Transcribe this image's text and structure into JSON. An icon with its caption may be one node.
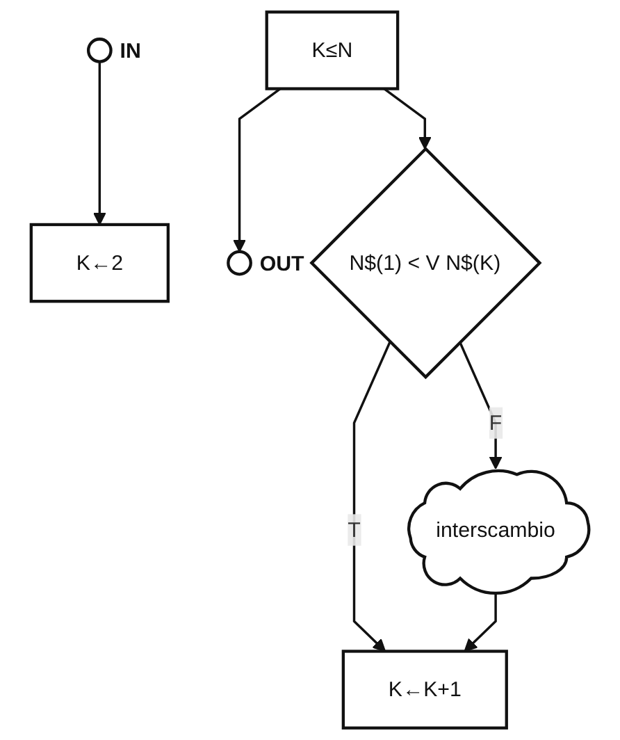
{
  "diagram": {
    "nodes": [
      {
        "text": [],
        "shape": "circle",
        "beside": [
          "IN"
        ]
      },
      {
        "text": [
          "K←2"
        ]
      },
      {
        "text": [
          "K←K+1"
        ]
      },
      {
        "text": [
          "K≤N"
        ]
      },
      {
        "text": [],
        "shape": "circle",
        "beside": [
          "OUT"
        ]
      },
      {
        "text": [
          "N$(1) < V N$(K)"
        ]
      },
      {
        "text": [
          "interscambio"
        ]
      }
    ],
    "edges": [
      {
        "from": 0,
        "to": 1,
        "arrow": "to"
      },
      {
        "from": 3,
        "to": 4,
        "arrow": "to"
      },
      {
        "from": 3,
        "to": 5,
        "arrow": "to"
      },
      {
        "from": 5,
        "to": 2,
        "arrow": "to",
        "label": "T"
      },
      {
        "from": 5,
        "to": 6,
        "arrow": "to",
        "label": "F"
      },
      {
        "from": 6,
        "to": 2,
        "arrow": "to"
      }
    ]
  }
}
